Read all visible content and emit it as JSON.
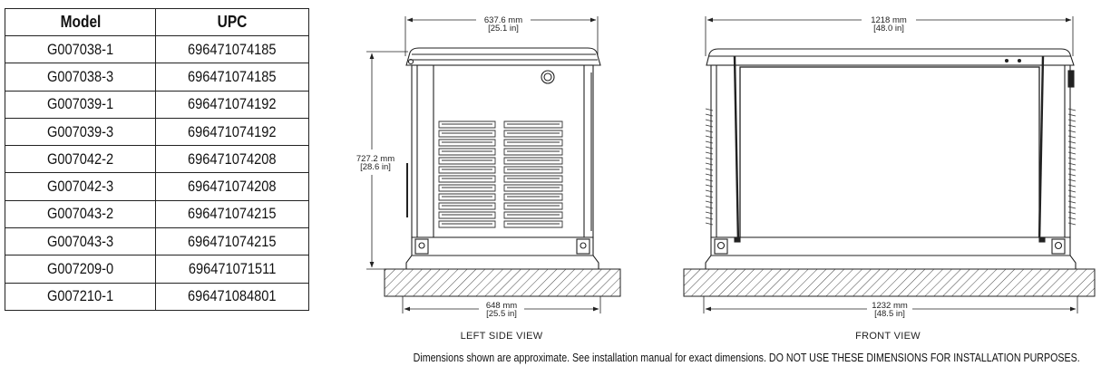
{
  "table": {
    "headers": {
      "model": "Model",
      "upc": "UPC"
    },
    "rows": [
      {
        "model": "G007038-1",
        "upc": "696471074185"
      },
      {
        "model": "G007038-3",
        "upc": "696471074185"
      },
      {
        "model": "G007039-1",
        "upc": "696471074192"
      },
      {
        "model": "G007039-3",
        "upc": "696471074192"
      },
      {
        "model": "G007042-2",
        "upc": "696471074208"
      },
      {
        "model": "G007042-3",
        "upc": "696471074208"
      },
      {
        "model": "G007043-2",
        "upc": "696471074215"
      },
      {
        "model": "G007043-3",
        "upc": "696471074215"
      },
      {
        "model": "G007209-0",
        "upc": "696471071511"
      },
      {
        "model": "G007210-1",
        "upc": "696471084801"
      }
    ]
  },
  "left_view": {
    "caption": "LEFT SIDE VIEW",
    "top_width_mm": "637.6 mm",
    "top_width_in": "[25.1 in]",
    "height_mm": "727.2 mm",
    "height_in": "[28.6 in]",
    "base_width_mm": "648 mm",
    "base_width_in": "[25.5 in]"
  },
  "front_view": {
    "caption": "FRONT VIEW",
    "top_width_mm": "1218 mm",
    "top_width_in": "[48.0 in]",
    "base_width_mm": "1232 mm",
    "base_width_in": "[48.5 in]"
  },
  "footnote": "Dimensions shown are approximate. See installation manual for exact dimensions. DO NOT USE THESE DIMENSIONS FOR INSTALLATION PURPOSES."
}
